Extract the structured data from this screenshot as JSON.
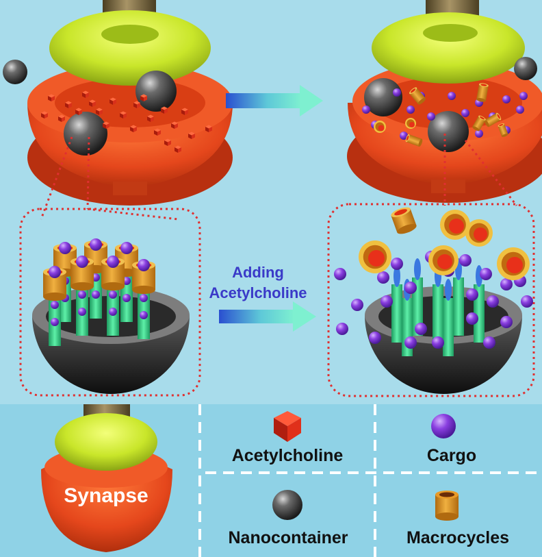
{
  "process_label_line1": "Adding",
  "process_label_line2": "Acetylcholine",
  "synapse_label": "Synapse",
  "legend": {
    "acetylcholine": "Acetylcholine",
    "cargo": "Cargo",
    "nanocontainer": "Nanocontainer",
    "macrocycles": "Macrocycles"
  },
  "colors": {
    "background": "#a8dceb",
    "synapse_red": "#e5471c",
    "cap_yellow": "#c9e62a",
    "stem": "#7a6a40",
    "nanocontainer_gray": "#4a4a4a",
    "cargo_purple": "#8a3fe0",
    "macrocycle_orange": "#e8a020",
    "stalk_green": "#3fd08e",
    "dotted_border": "#e03030",
    "label_blue": "#3a3ac8"
  }
}
